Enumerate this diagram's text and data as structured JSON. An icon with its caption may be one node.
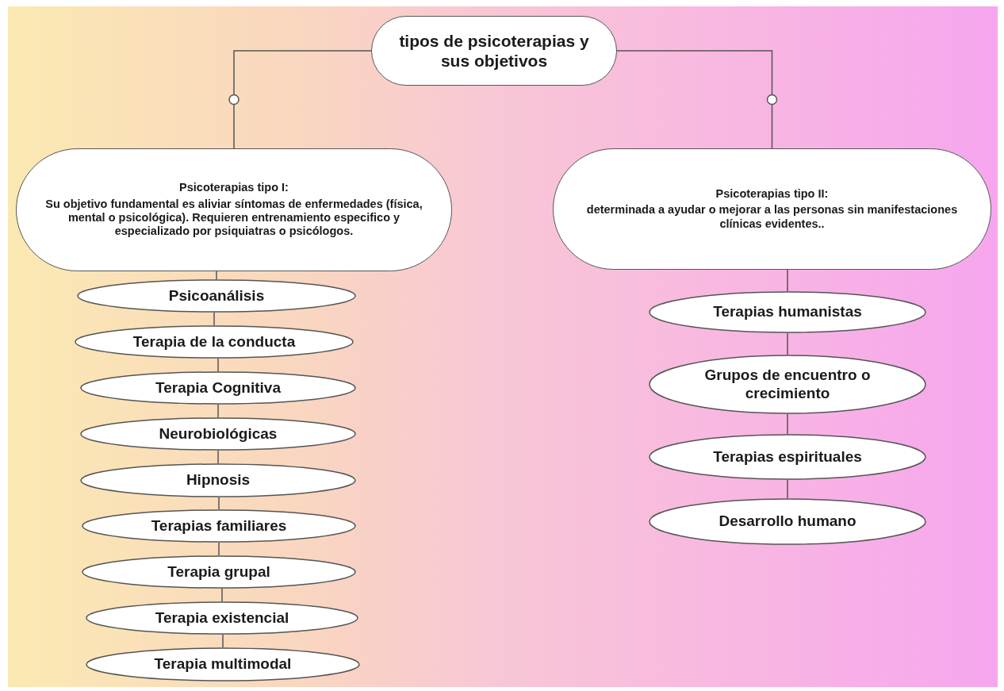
{
  "diagram": {
    "nodes": [
      {
        "text": [
          "tipos de psicoterapias y sus objetivos"
        ]
      },
      {
        "text": [
          "Psicoterapias tipo I:",
          "Su objetivo fundamental es aliviar síntomas de enfermedades (física, mental o psicológica). Requieren entrenamiento especifico y especializado por psiquiatras o psicólogos."
        ]
      },
      {
        "text": [
          "Psicoterapias tipo II:",
          "determinada a ayudar o mejorar a las personas sin manifestaciones clínicas evidentes.."
        ]
      },
      {
        "text": [
          "Psicoanálisis"
        ]
      },
      {
        "text": [
          "Terapia de la conducta"
        ]
      },
      {
        "text": [
          "Terapia Cognitiva"
        ]
      },
      {
        "text": [
          "Neurobiológicas"
        ]
      },
      {
        "text": [
          "Hipnosis"
        ]
      },
      {
        "text": [
          "Terapias familiares"
        ]
      },
      {
        "text": [
          "Terapia grupal"
        ]
      },
      {
        "text": [
          "Terapia existencial"
        ]
      },
      {
        "text": [
          "Terapia multimodal"
        ]
      },
      {
        "text": [
          "Terapias humanistas"
        ]
      },
      {
        "text": [
          "Grupos de encuentro o crecimiento"
        ]
      },
      {
        "text": [
          "Terapias espirituales"
        ]
      },
      {
        "text": [
          "Desarrollo humano"
        ]
      }
    ],
    "edges": [
      {
        "from": 0,
        "to": 1,
        "arrow": "none"
      },
      {
        "from": 0,
        "to": 2,
        "arrow": "none"
      },
      {
        "from": 1,
        "to": 3,
        "arrow": "none"
      },
      {
        "from": 3,
        "to": 4,
        "arrow": "none"
      },
      {
        "from": 4,
        "to": 5,
        "arrow": "none"
      },
      {
        "from": 5,
        "to": 6,
        "arrow": "none"
      },
      {
        "from": 6,
        "to": 7,
        "arrow": "none"
      },
      {
        "from": 7,
        "to": 8,
        "arrow": "none"
      },
      {
        "from": 8,
        "to": 9,
        "arrow": "none"
      },
      {
        "from": 9,
        "to": 10,
        "arrow": "none"
      },
      {
        "from": 10,
        "to": 11,
        "arrow": "none"
      },
      {
        "from": 2,
        "to": 12,
        "arrow": "none"
      },
      {
        "from": 12,
        "to": 13,
        "arrow": "none"
      },
      {
        "from": 13,
        "to": 14,
        "arrow": "none"
      },
      {
        "from": 14,
        "to": 15,
        "arrow": "none"
      }
    ]
  }
}
